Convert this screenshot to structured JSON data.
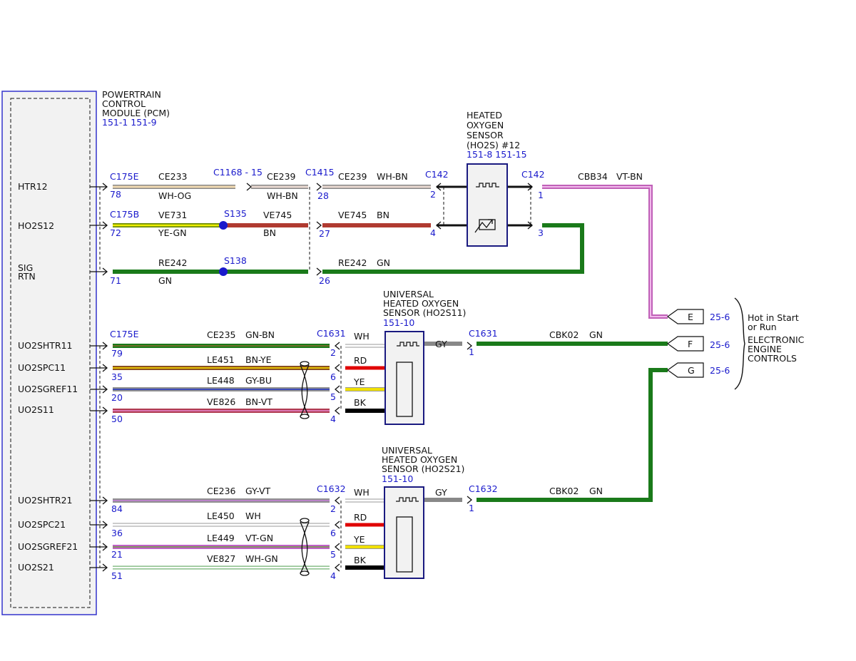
{
  "pcm": {
    "title_lines": [
      "POWERTRAIN",
      "CONTROL",
      "MODULE (PCM)"
    ],
    "refs": "151-1 151-9",
    "pins": [
      "HTR12",
      "HO2S12",
      "SIG",
      "RTN",
      "UO2SHTR11",
      "UO2SPC11",
      "UO2SGREF11",
      "UO2S11",
      "UO2SHTR21",
      "UO2SPC21",
      "UO2SGREF21",
      "UO2S21"
    ]
  },
  "ho2s12": {
    "title_lines": [
      "HEATED",
      "OXYGEN",
      "SENSOR",
      "(HO2S) #12"
    ],
    "refs": "151-8  151-15"
  },
  "uho2s11": {
    "title_lines": [
      "UNIVERSAL",
      "HEATED OXYGEN",
      "SENSOR (HO2S11)"
    ],
    "refs": "151-10"
  },
  "uho2s21": {
    "title_lines": [
      "UNIVERSAL",
      "HEATED OXYGEN",
      "SENSOR (HO2S21)"
    ],
    "refs": "151-10"
  },
  "connectors": {
    "c175e": "C175E",
    "c175b": "C175B",
    "c1168": "C1168 - 15",
    "c1415": "C1415",
    "c142": "C142",
    "c1631": "C1631",
    "c1632": "C1632",
    "s135": "S135",
    "s138": "S138"
  },
  "pin_numbers": {
    "p78": "78",
    "p72": "72",
    "p71": "71",
    "p28": "28",
    "p27": "27",
    "p26": "26",
    "p2": "2",
    "p4": "4",
    "p1": "1",
    "p3": "3",
    "p79": "79",
    "p35": "35",
    "p20": "20",
    "p50": "50",
    "p6": "6",
    "p5": "5",
    "p84": "84",
    "p36": "36",
    "p21": "21",
    "p51": "51"
  },
  "circuits": {
    "ce233": "CE233",
    "wh_og": "WH-OG",
    "ce239": "CE239",
    "wh_bn": "WH-BN",
    "cbb34": "CBB34",
    "vt_bn": "VT-BN",
    "ve731": "VE731",
    "ye_gn": "YE-GN",
    "ve745": "VE745",
    "bn": "BN",
    "re242": "RE242",
    "gn": "GN",
    "ce235": "CE235",
    "gn_bn": "GN-BN",
    "le451": "LE451",
    "bn_ye": "BN-YE",
    "le448": "LE448",
    "gy_bu": "GY-BU",
    "ve826": "VE826",
    "bn_vt": "BN-VT",
    "ce236": "CE236",
    "gy_vt": "GY-VT",
    "le450": "LE450",
    "wh": "WH",
    "le449": "LE449",
    "vt_gn": "VT-GN",
    "ve827": "VE827",
    "wh_gn": "WH-GN",
    "cbk02": "CBK02",
    "rd": "RD",
    "ye": "YE",
    "bk": "BK",
    "gy": "GY"
  },
  "eec": {
    "pin_e": "E",
    "pin_f": "F",
    "pin_g": "G",
    "ref": "25-6",
    "note_lines": [
      "Hot in Start",
      "or Run"
    ],
    "title_lines": [
      "ELECTRONIC",
      "ENGINE",
      "CONTROLS"
    ]
  },
  "colors": {
    "blue_label": "#1a1acc",
    "green_wire": "#1a7a1a",
    "pink_wire": "#d070c8",
    "brown_wire": "#b03a30",
    "red": "#e00000",
    "yellow": "#f0e000"
  }
}
